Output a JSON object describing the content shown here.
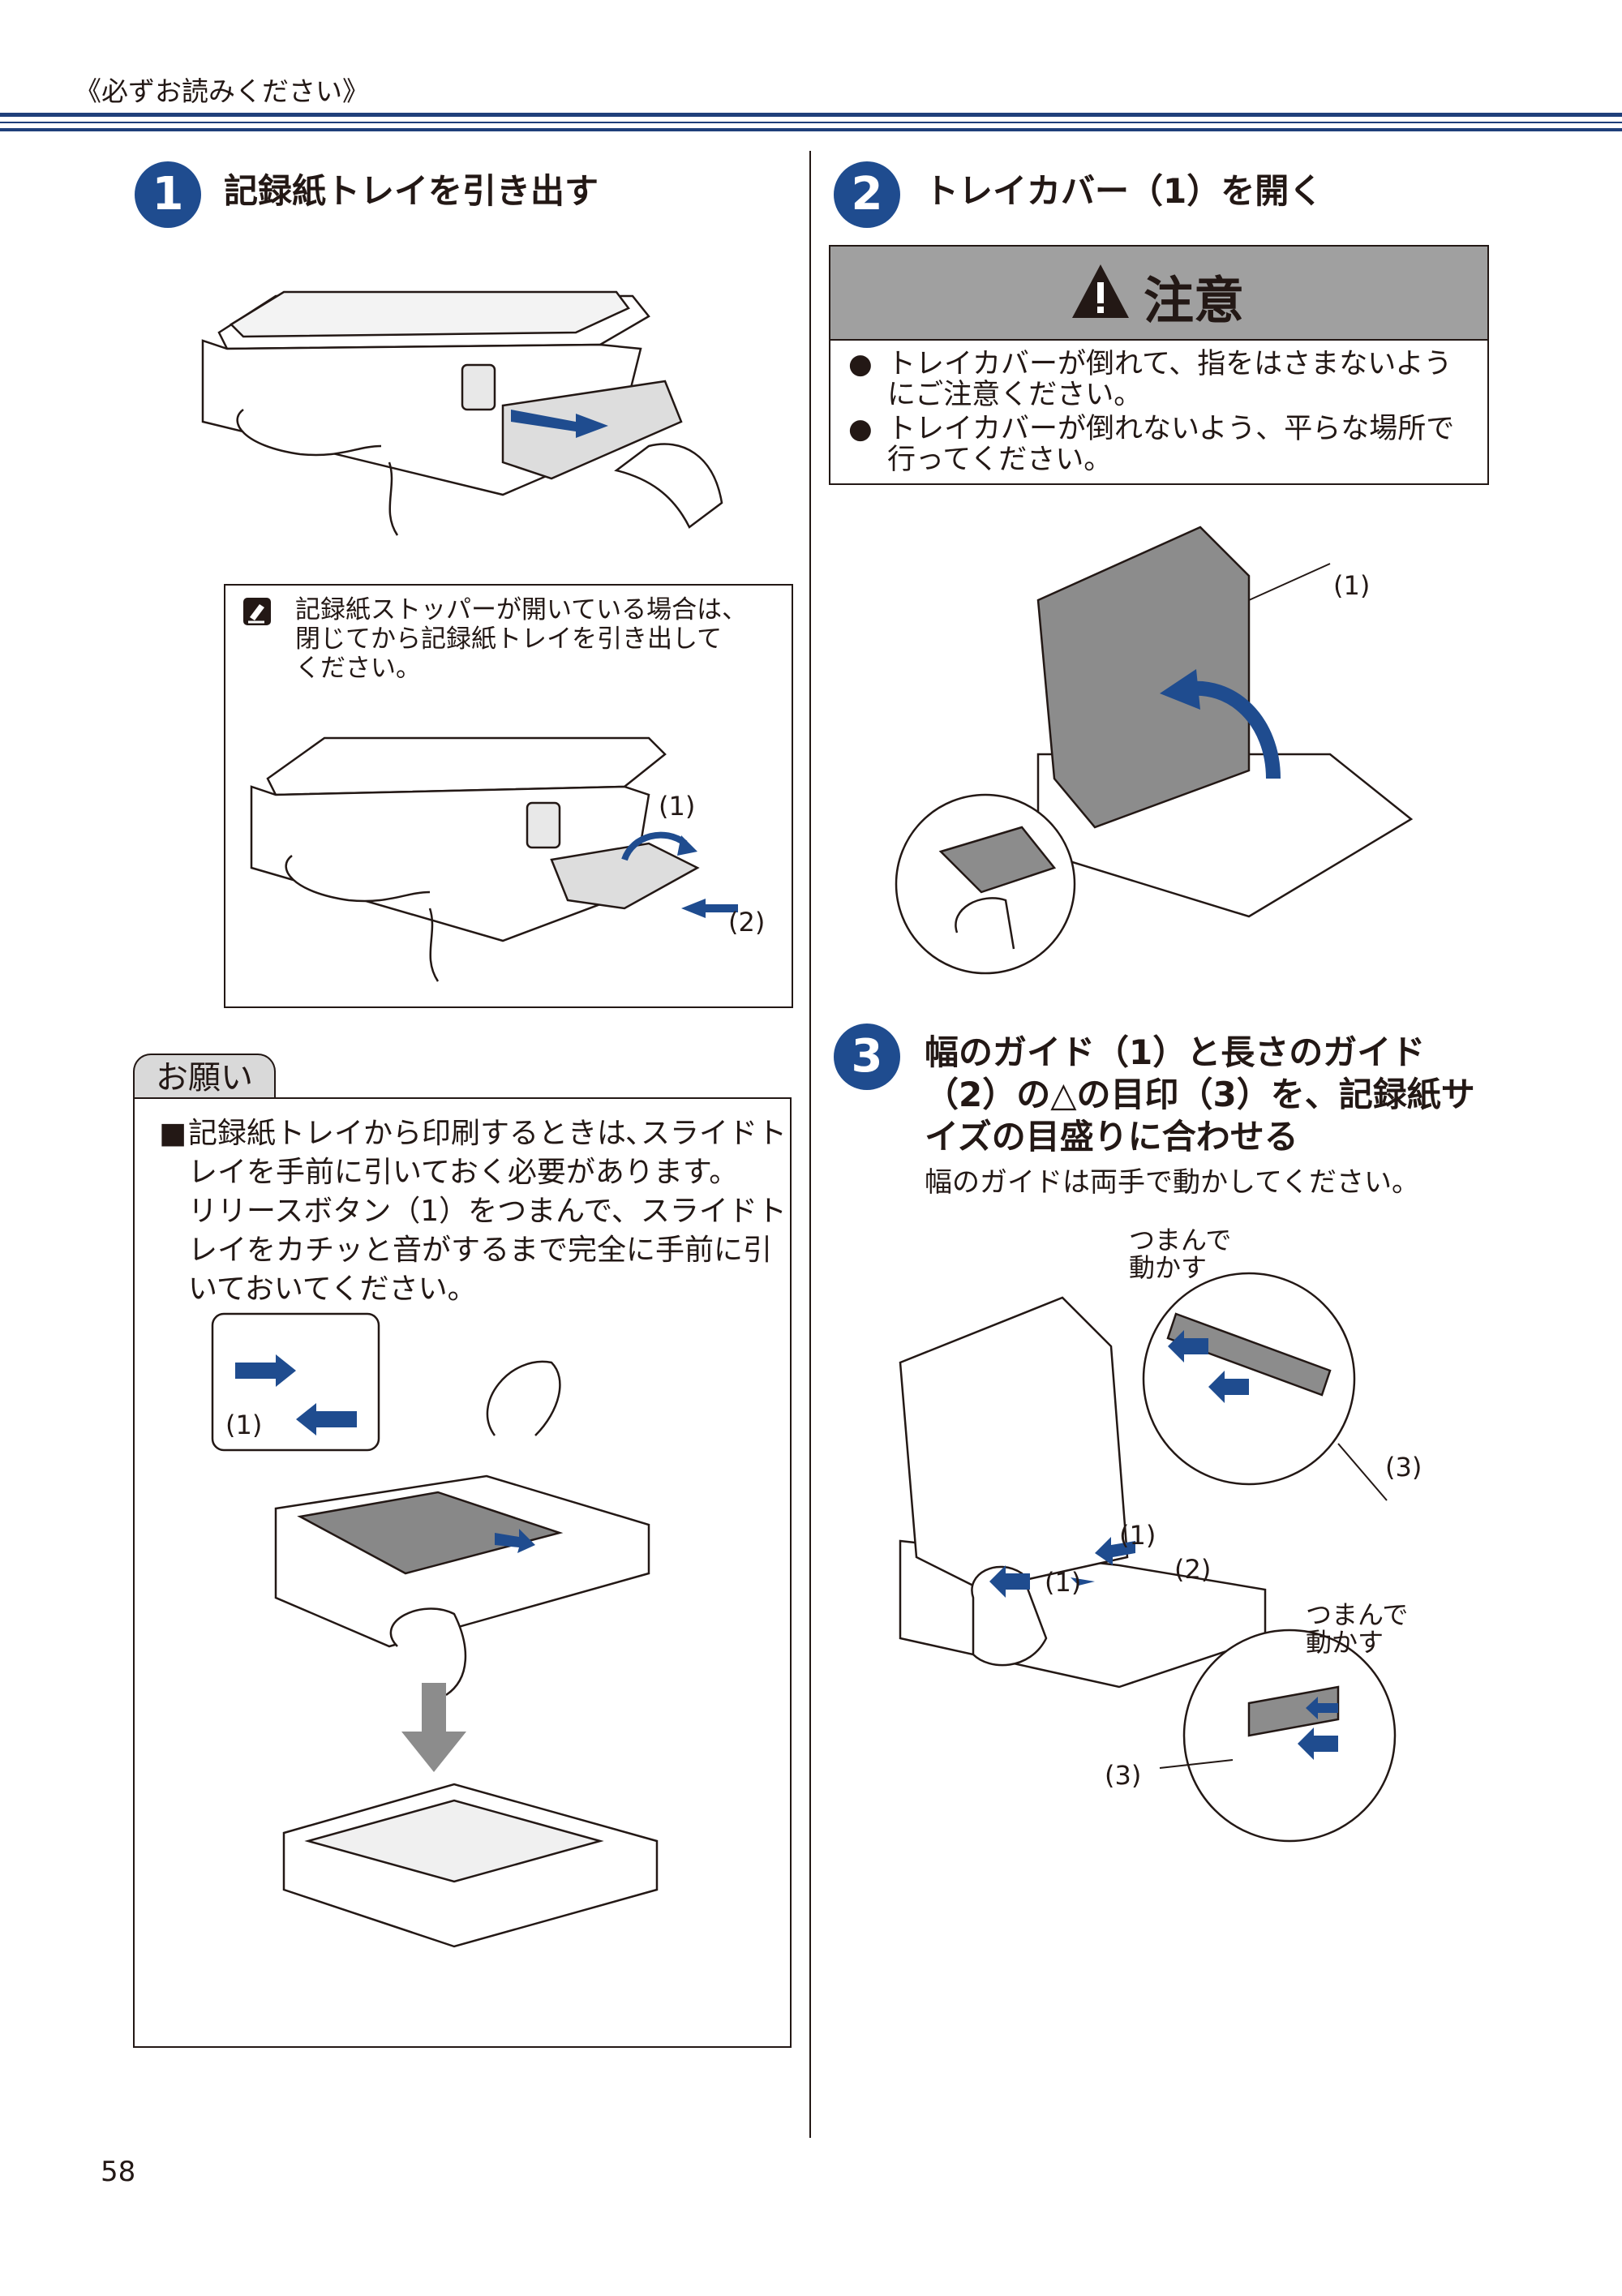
{
  "header": {
    "title": "《必ずお読みください》"
  },
  "step1": {
    "number": "1",
    "title": "記録紙トレイを引き出す",
    "note": [
      "記録紙ストッパーが開いている場合は、",
      "閉じてから記録紙トレイを引き出して",
      "ください。"
    ],
    "labels": {
      "one": "(1)",
      "two": "(2)"
    }
  },
  "request": {
    "tab": "お願い",
    "bullet": "■",
    "lines": [
      "記録紙トレイから印刷するときは､スライドト",
      "レイを手前に引いておく必要があります。",
      "リリースボタン（1）をつまんで、スライドト",
      "レイをカチッと音がするまで完全に手前に引",
      "いておいてください。"
    ],
    "label_one": "(1)"
  },
  "step2": {
    "number": "2",
    "title": "トレイカバー（1）を開く",
    "caution_title": "注意",
    "caution_items": [
      [
        "トレイカバーが倒れて、指をはさまないよう",
        "にご注意ください。"
      ],
      [
        "トレイカバーが倒れないよう、平らな場所で",
        "行ってください。"
      ]
    ],
    "label_one": "(1)"
  },
  "step3": {
    "number": "3",
    "title_lines": [
      "幅のガイド（1）と長さのガイド",
      "（2）の△の目印（3）を、記録紙サ",
      "イズの目盛りに合わせる"
    ],
    "subtext": "幅のガイドは両手で動かしてください。",
    "pinch_top": [
      "つまんで",
      "動かす"
    ],
    "pinch_bottom": [
      "つまんで",
      "動かす"
    ],
    "label_3_top": "(3)",
    "label_1a": "(1)",
    "label_1b": "(1)",
    "label_2": "(2)",
    "label_3_bottom": "(3)"
  },
  "footer": {
    "page_number": "58"
  },
  "colors": {
    "accent": "#1f4c8f",
    "rule": "#1f3f7a",
    "caution_header": "#a0a0a0"
  }
}
